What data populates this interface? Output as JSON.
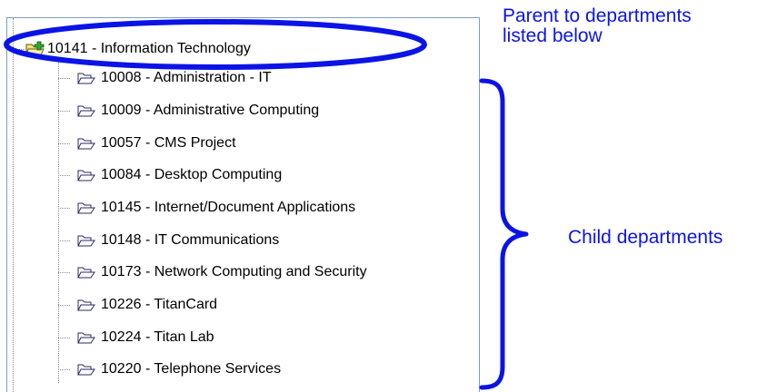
{
  "tree": {
    "root": {
      "label": "10141 - Information Technology",
      "icon": "open-folder-icon"
    },
    "children": [
      {
        "label": "10008 - Administration - IT",
        "icon": "folder-icon"
      },
      {
        "label": "10009 - Administrative Computing",
        "icon": "folder-icon"
      },
      {
        "label": "10057 - CMS Project",
        "icon": "folder-icon"
      },
      {
        "label": "10084 - Desktop Computing",
        "icon": "folder-icon"
      },
      {
        "label": "10145 - Internet/Document Applications",
        "icon": "folder-icon"
      },
      {
        "label": "10148 - IT Communications",
        "icon": "folder-icon"
      },
      {
        "label": "10173 - Network Computing and Security",
        "icon": "folder-icon"
      },
      {
        "label": "10226 - TitanCard",
        "icon": "folder-icon"
      },
      {
        "label": "10224 - Titan Lab",
        "icon": "folder-icon"
      },
      {
        "label": "10220 - Telephone Services",
        "icon": "folder-icon"
      }
    ]
  },
  "annotations": {
    "parent_callout_line1": "Parent to departments",
    "parent_callout_line2": "listed below",
    "child_callout": "Child departments",
    "color": "#0b14e6"
  }
}
